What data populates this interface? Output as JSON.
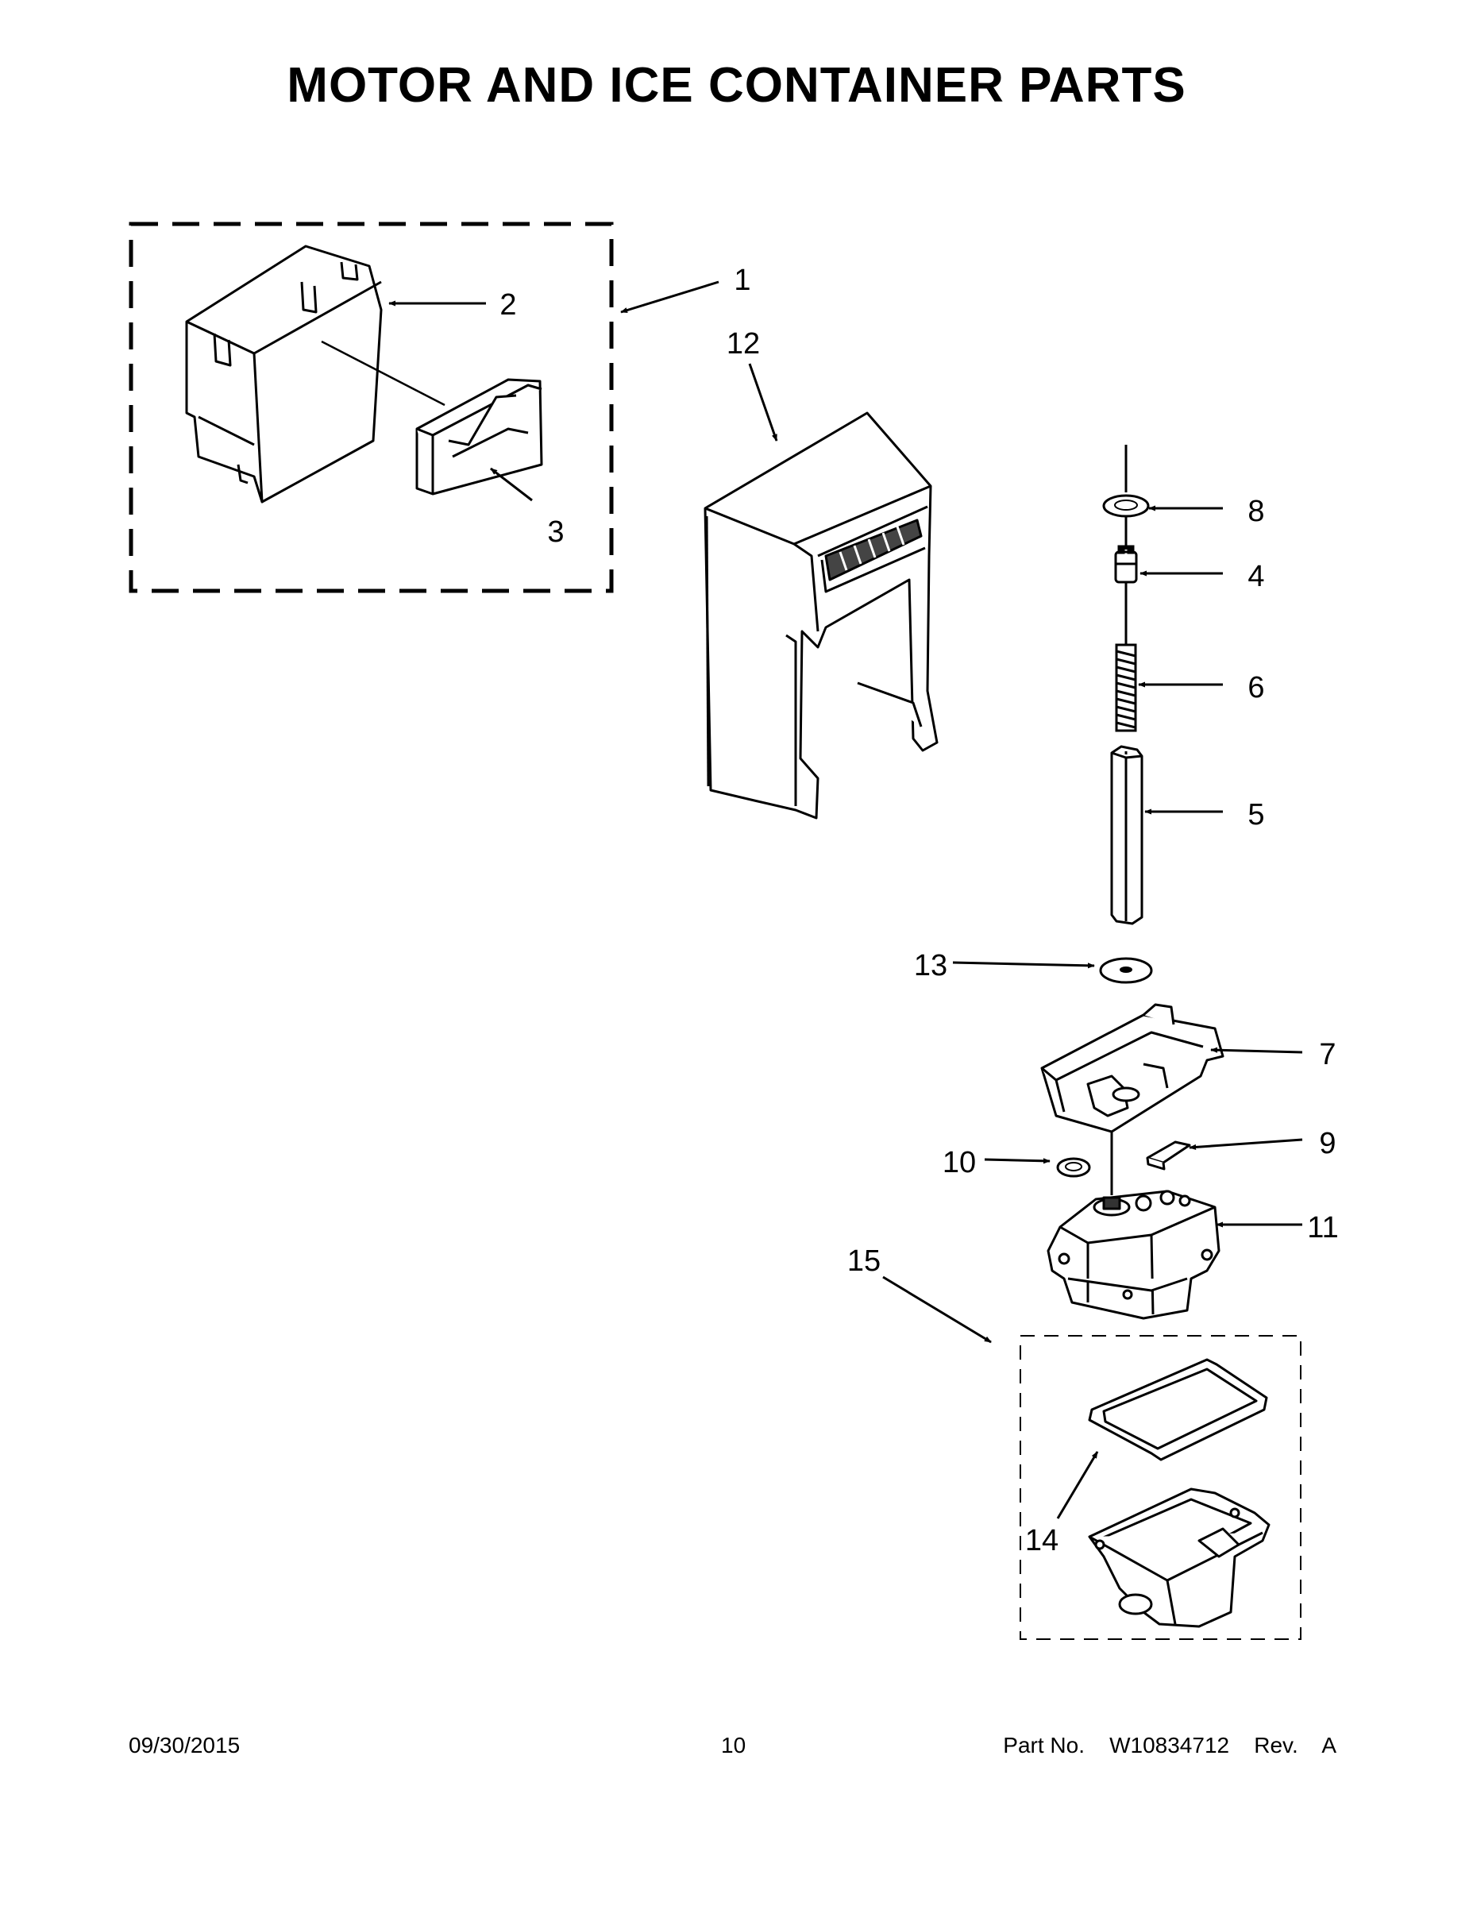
{
  "page": {
    "title": "MOTOR AND ICE CONTAINER PARTS",
    "footer": {
      "date": "09/30/2015",
      "page_number": "10",
      "part_label": "Part No.",
      "part_number": "W10834712",
      "revision_label": "Rev.",
      "revision": "A"
    }
  },
  "callouts": {
    "c1": "1",
    "c2": "2",
    "c3": "3",
    "c4": "4",
    "c5": "5",
    "c6": "6",
    "c7": "7",
    "c8": "8",
    "c9": "9",
    "c10": "10",
    "c11": "11",
    "c12": "12",
    "c13": "13",
    "c14": "14",
    "c15": "15"
  }
}
